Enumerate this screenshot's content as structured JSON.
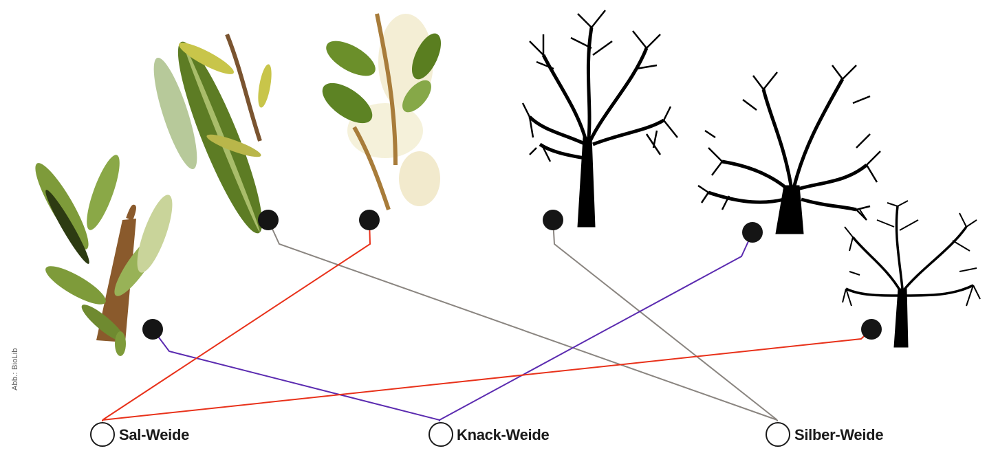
{
  "credit": "Abb.: BioLib",
  "species": [
    {
      "key": "sal",
      "label": "Sal-Weide"
    },
    {
      "key": "knack",
      "label": "Knack-Weide"
    },
    {
      "key": "silber",
      "label": "Silber-Weide"
    }
  ],
  "colors": {
    "red": "#e8311a",
    "purple": "#5b2bb0",
    "gray": "#8a8580",
    "dot": "#151515",
    "leaf": "#7e9b3a",
    "leaf_dark": "#4f6b22",
    "catkin": "#c9d49a",
    "twig": "#8a5a2c",
    "tree": "#000000"
  },
  "connections": [
    {
      "from": "catkin-branch",
      "to": "knack",
      "color": "purple"
    },
    {
      "from": "narrow-leaf-twig",
      "to": "silber",
      "color": "gray"
    },
    {
      "from": "white-blossom-twig",
      "to": "sal",
      "color": "red"
    },
    {
      "from": "tall-tree",
      "to": "silber",
      "color": "gray"
    },
    {
      "from": "spreading-tree",
      "to": "knack",
      "color": "purple"
    },
    {
      "from": "round-tree",
      "to": "sal",
      "color": "red"
    }
  ]
}
